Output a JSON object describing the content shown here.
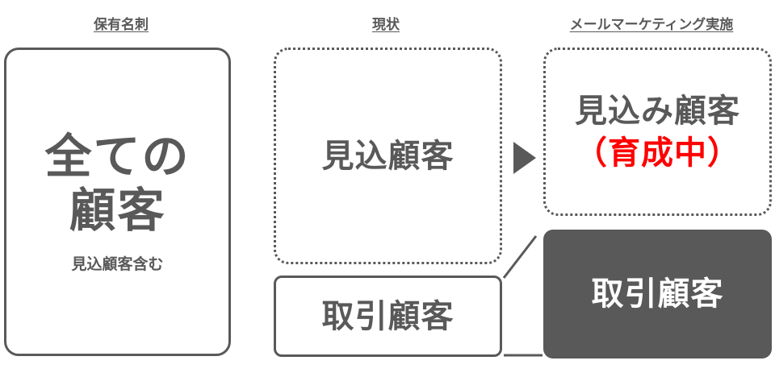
{
  "headers": {
    "owned": "保有名刺",
    "current": "現状",
    "email_marketing": "メールマーケティング実施"
  },
  "owned_box": {
    "line1": "全ての",
    "line2": "顧客",
    "note": "見込顧客含む"
  },
  "current": {
    "prospects": "見込顧客",
    "customers": "取引顧客"
  },
  "marketing": {
    "prospects_line1": "見込み顧客",
    "prospects_line2": "（育成中）",
    "customers": "取引顧客"
  },
  "colors": {
    "text": "#595959",
    "accent_red": "#ff0000",
    "filled_box": "#595959"
  }
}
